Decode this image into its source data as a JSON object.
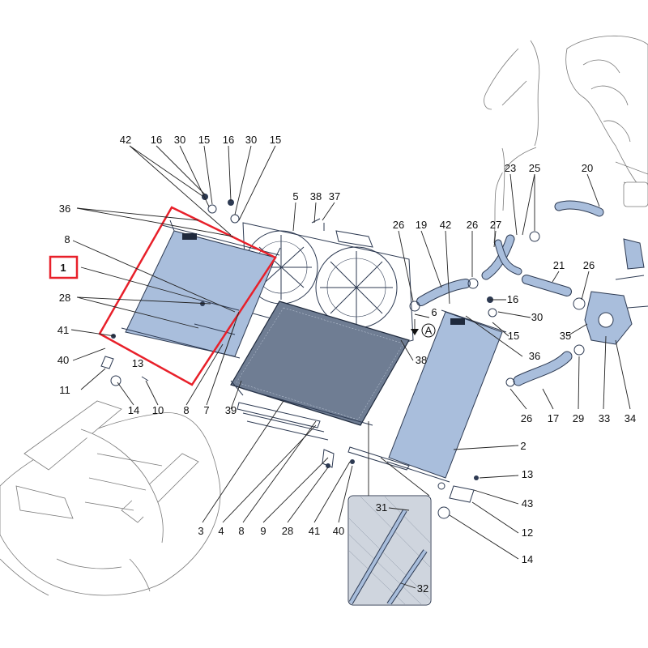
{
  "diagram": {
    "selected_label": "1",
    "colors": {
      "highlight": "#e8202a",
      "part_fill": "#a9bedc",
      "part_stroke": "#2d3a52",
      "outline": "#7a7a7a"
    },
    "view_arrow_label": "A",
    "labels": [
      {
        "id": "l42a",
        "text": "42"
      },
      {
        "id": "l16a",
        "text": "16"
      },
      {
        "id": "l30a",
        "text": "30"
      },
      {
        "id": "l15a",
        "text": "15"
      },
      {
        "id": "l16b",
        "text": "16"
      },
      {
        "id": "l30b",
        "text": "30"
      },
      {
        "id": "l15b",
        "text": "15"
      },
      {
        "id": "l36a",
        "text": "36"
      },
      {
        "id": "l5",
        "text": "5"
      },
      {
        "id": "l38a",
        "text": "38"
      },
      {
        "id": "l37",
        "text": "37"
      },
      {
        "id": "l8a",
        "text": "8"
      },
      {
        "id": "l1",
        "text": "1"
      },
      {
        "id": "l28a",
        "text": "28"
      },
      {
        "id": "l41a",
        "text": "41"
      },
      {
        "id": "l40a",
        "text": "40"
      },
      {
        "id": "l13a",
        "text": "13"
      },
      {
        "id": "l11",
        "text": "11"
      },
      {
        "id": "l14a",
        "text": "14"
      },
      {
        "id": "l10",
        "text": "10"
      },
      {
        "id": "l8b",
        "text": "8"
      },
      {
        "id": "l7",
        "text": "7"
      },
      {
        "id": "l39",
        "text": "39"
      },
      {
        "id": "l23",
        "text": "23"
      },
      {
        "id": "l25",
        "text": "25"
      },
      {
        "id": "l20",
        "text": "20"
      },
      {
        "id": "l26a",
        "text": "26"
      },
      {
        "id": "l19",
        "text": "19"
      },
      {
        "id": "l42b",
        "text": "42"
      },
      {
        "id": "l26b",
        "text": "26"
      },
      {
        "id": "l27",
        "text": "27"
      },
      {
        "id": "l21",
        "text": "21"
      },
      {
        "id": "l26c",
        "text": "26"
      },
      {
        "id": "l16c",
        "text": "16"
      },
      {
        "id": "l6",
        "text": "6"
      },
      {
        "id": "l30c",
        "text": "30"
      },
      {
        "id": "l15c",
        "text": "15"
      },
      {
        "id": "l35",
        "text": "35"
      },
      {
        "id": "l36b",
        "text": "36"
      },
      {
        "id": "l38b",
        "text": "38"
      },
      {
        "id": "l26d",
        "text": "26"
      },
      {
        "id": "l17",
        "text": "17"
      },
      {
        "id": "l29",
        "text": "29"
      },
      {
        "id": "l33",
        "text": "33"
      },
      {
        "id": "l34",
        "text": "34"
      },
      {
        "id": "l2",
        "text": "2"
      },
      {
        "id": "l13b",
        "text": "13"
      },
      {
        "id": "l43",
        "text": "43"
      },
      {
        "id": "l12",
        "text": "12"
      },
      {
        "id": "l14b",
        "text": "14"
      },
      {
        "id": "l3",
        "text": "3"
      },
      {
        "id": "l4",
        "text": "4"
      },
      {
        "id": "l8c",
        "text": "8"
      },
      {
        "id": "l9",
        "text": "9"
      },
      {
        "id": "l28b",
        "text": "28"
      },
      {
        "id": "l41b",
        "text": "41"
      },
      {
        "id": "l40b",
        "text": "40"
      },
      {
        "id": "l31",
        "text": "31"
      },
      {
        "id": "l32",
        "text": "32"
      }
    ]
  }
}
